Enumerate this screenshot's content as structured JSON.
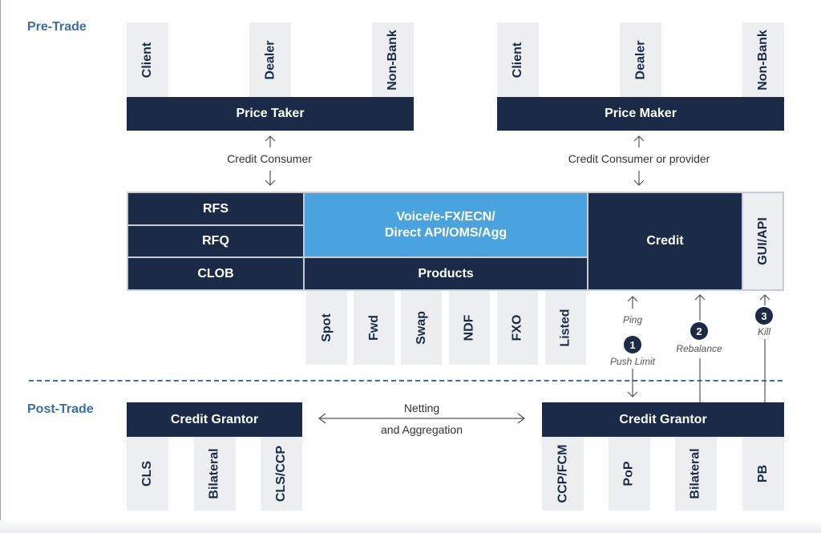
{
  "sections": {
    "pre_trade": "Pre-Trade",
    "post_trade": "Post-Trade"
  },
  "price_taker": {
    "title": "Price Taker",
    "tabs": [
      "Client",
      "Dealer",
      "Non-Bank"
    ]
  },
  "price_maker": {
    "title": "Price Maker",
    "tabs": [
      "Client",
      "Dealer",
      "Non-Bank"
    ]
  },
  "credit_labels": {
    "taker": "Credit Consumer",
    "maker": "Credit Consumer or provider"
  },
  "platform": {
    "protocols": [
      "RFS",
      "RFQ",
      "CLOB"
    ],
    "venue_line1": "Voice/e-FX/ECN/",
    "venue_line2": "Direct API/OMS/Agg",
    "products_title": "Products",
    "credit": "Credit",
    "gui_api": "GUI/API"
  },
  "products": [
    "Spot",
    "Fwd",
    "Swap",
    "NDF",
    "FXO",
    "Listed"
  ],
  "actions": [
    {
      "number": "1",
      "label": "Push Limit",
      "top_label": "Ping"
    },
    {
      "number": "2",
      "label": "Rebalance"
    },
    {
      "number": "3",
      "label": "Kill"
    }
  ],
  "netting": {
    "line1": "Netting",
    "line2": "and Aggregation"
  },
  "post_left": {
    "title": "Credit Grantor",
    "tabs": [
      "CLS",
      "Bilateral",
      "CLS/CCP"
    ]
  },
  "post_right": {
    "title": "Credit Grantor",
    "tabs": [
      "CCP/FCM",
      "PoP",
      "Bilateral",
      "PB"
    ]
  },
  "colors": {
    "navy": "#1b2a47",
    "light_blue": "#4aa3df",
    "accent": "#3a6ea5",
    "tab_gray": "#eceef0"
  }
}
